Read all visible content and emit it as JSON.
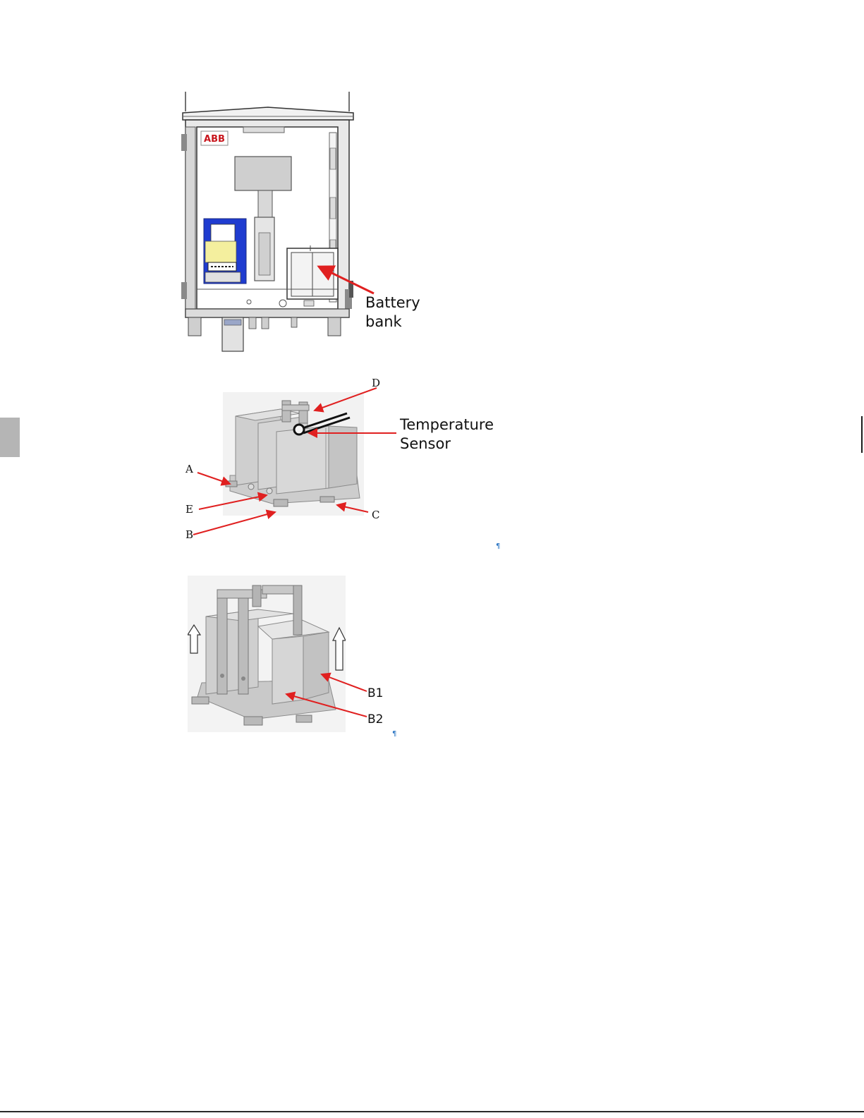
{
  "figure1": {
    "brand": "ABB",
    "callout_line1": "Battery",
    "callout_line2": "bank"
  },
  "figure2": {
    "sensor_line1": "Temperature",
    "sensor_line2": "Sensor",
    "labels": {
      "a": "A",
      "b": "B",
      "c": "C",
      "d": "D",
      "e": "E"
    }
  },
  "figure3": {
    "labels": {
      "b1": "B1",
      "b2": "B2"
    }
  },
  "para_mark": "¶",
  "colors": {
    "arrow": "#e02020",
    "brand": "#c8171e",
    "enclosure_blue": "#1f3cd0",
    "fuse_yellow": "#f4ef9e",
    "para_mark": "#2f78c4"
  }
}
